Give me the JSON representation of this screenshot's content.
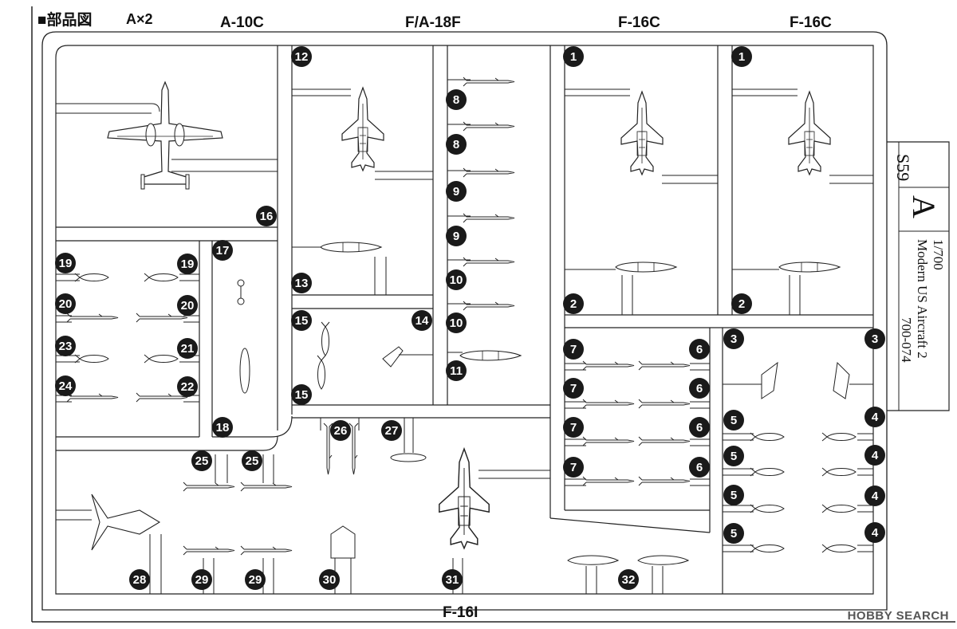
{
  "header": {
    "section_label": "■部品図",
    "quantity_label": "A×2",
    "col_a10c": "A-10C",
    "col_fa18f": "F/A-18F",
    "col_f16c_1": "F-16C",
    "col_f16c_2": "F-16C",
    "footer_f16i": "F-16I"
  },
  "side_tab": {
    "code": "S59",
    "letter": "A",
    "scale": "1/700",
    "title": "Modern US Aircraft 2",
    "product_no": "700-074"
  },
  "watermark": "HOBBY SEARCH",
  "part_numbers": [
    "12",
    "8",
    "8",
    "9",
    "9",
    "10",
    "10",
    "11",
    "1",
    "1",
    "16",
    "17",
    "19",
    "19",
    "20",
    "20",
    "23",
    "21",
    "24",
    "22",
    "18",
    "13",
    "15",
    "14",
    "15",
    "2",
    "2",
    "3",
    "3",
    "7",
    "6",
    "7",
    "6",
    "7",
    "6",
    "7",
    "6",
    "5",
    "4",
    "5",
    "4",
    "5",
    "4",
    "5",
    "4",
    "26",
    "27",
    "25",
    "25",
    "28",
    "29",
    "29",
    "30",
    "31",
    "32"
  ]
}
